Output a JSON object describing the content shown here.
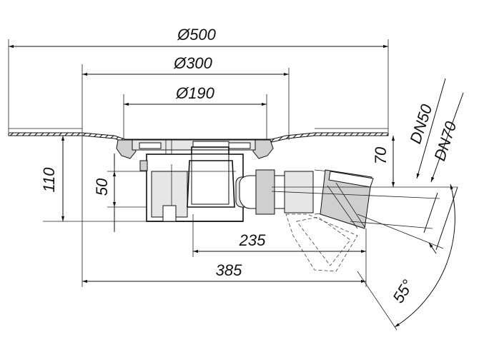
{
  "dimensions": {
    "d500": "Ø500",
    "d300": "Ø300",
    "d190": "Ø190",
    "h110": "110",
    "h50": "50",
    "h70": "70",
    "l235": "235",
    "l385": "385",
    "dn50": "DN50",
    "dn70": "DN70",
    "angle": "55°"
  }
}
